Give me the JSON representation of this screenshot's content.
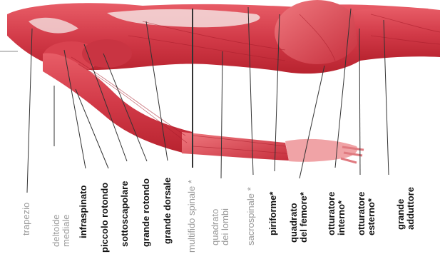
{
  "colors": {
    "muscle": "#d9424f",
    "muscle_dark": "#b8232f",
    "muscle_light": "#f0a3a6",
    "skin": "#f4dede",
    "leader_line": "#333333",
    "light_text": "#9a9a9a"
  },
  "labels": [
    {
      "id": "trapezio",
      "lines": [
        "trapezio"
      ],
      "style": "light"
    },
    {
      "id": "deltoide-mediale",
      "lines": [
        "deltoide",
        "mediale"
      ],
      "style": "light"
    },
    {
      "id": "infraspinato",
      "lines": [
        "infraspinato"
      ],
      "style": "bold"
    },
    {
      "id": "piccolo-rotondo",
      "lines": [
        "piccolo rotondo"
      ],
      "style": "bold"
    },
    {
      "id": "sottoscapolare",
      "lines": [
        "sottoscapolare"
      ],
      "style": "bold"
    },
    {
      "id": "grande-rotondo",
      "lines": [
        "grande rotondo"
      ],
      "style": "bold"
    },
    {
      "id": "grande-dorsale",
      "lines": [
        "grande dorsale"
      ],
      "style": "bold"
    },
    {
      "id": "multifido-spinale",
      "lines": [
        "multifido spinale *"
      ],
      "style": "light"
    },
    {
      "id": "quadrato-lombi",
      "lines": [
        "quadrato",
        "dei lombi"
      ],
      "style": "light"
    },
    {
      "id": "sacrospinale",
      "lines": [
        "sacrospinale *"
      ],
      "style": "light"
    },
    {
      "id": "piriforme",
      "lines": [
        "piriforme*"
      ],
      "style": "bold"
    },
    {
      "id": "quadrato-femore",
      "lines": [
        "quadrato",
        "del femore*"
      ],
      "style": "bold"
    },
    {
      "id": "otturatore-interno",
      "lines": [
        "otturatore",
        "interno*"
      ],
      "style": "bold"
    },
    {
      "id": "otturatore-esterno",
      "lines": [
        "otturatore",
        "esterno*"
      ],
      "style": "bold"
    },
    {
      "id": "grande-adduttore",
      "lines": [
        "grande",
        "adduttore"
      ],
      "style": "bold"
    }
  ]
}
